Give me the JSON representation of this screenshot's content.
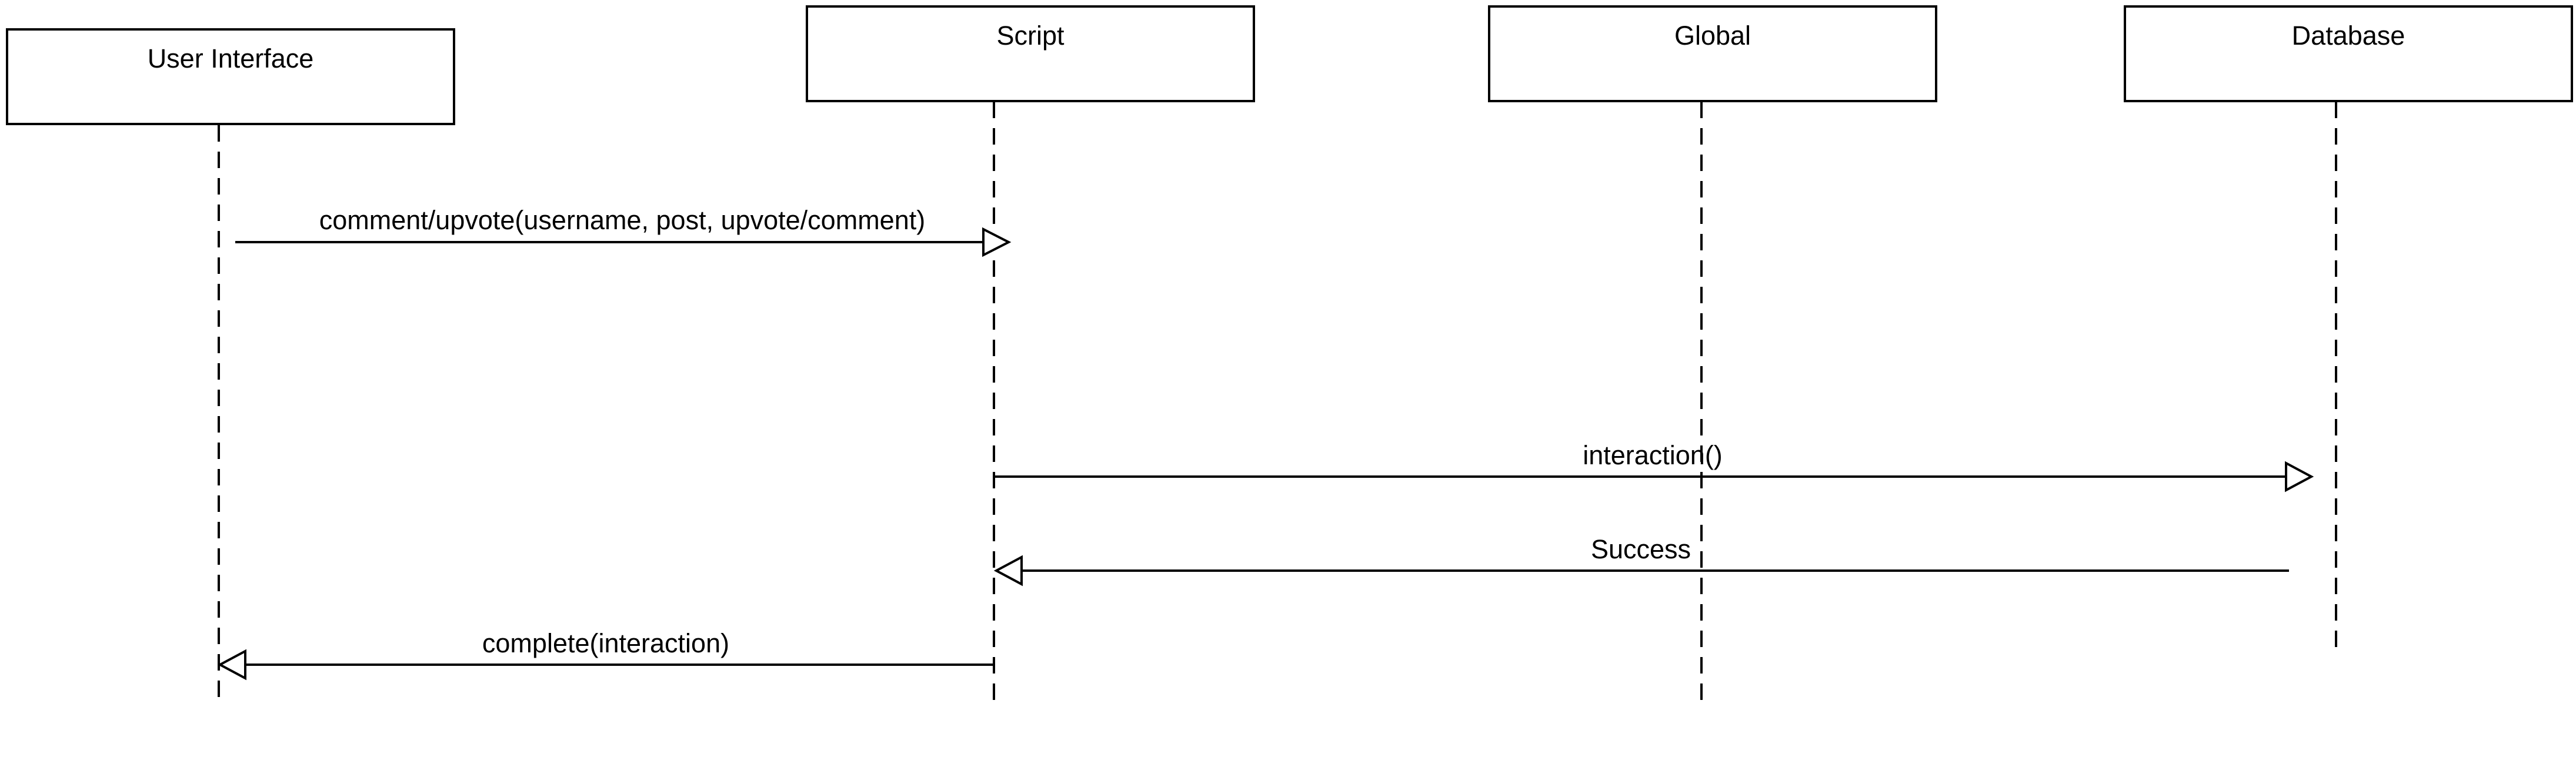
{
  "participants": [
    {
      "label": "User Interface"
    },
    {
      "label": "Script"
    },
    {
      "label": "Global"
    },
    {
      "label": "Database"
    }
  ],
  "messages": [
    {
      "label": "comment/upvote(username, post, upvote/comment)",
      "from": "User Interface",
      "to": "Script"
    },
    {
      "label": "interaction()",
      "from": "Script",
      "to": "Database"
    },
    {
      "label": "Success",
      "from": "Database",
      "to": "Script"
    },
    {
      "label": "complete(interaction)",
      "from": "Script",
      "to": "User Interface"
    }
  ],
  "colors": {
    "line": "#000000",
    "background": "#ffffff"
  }
}
